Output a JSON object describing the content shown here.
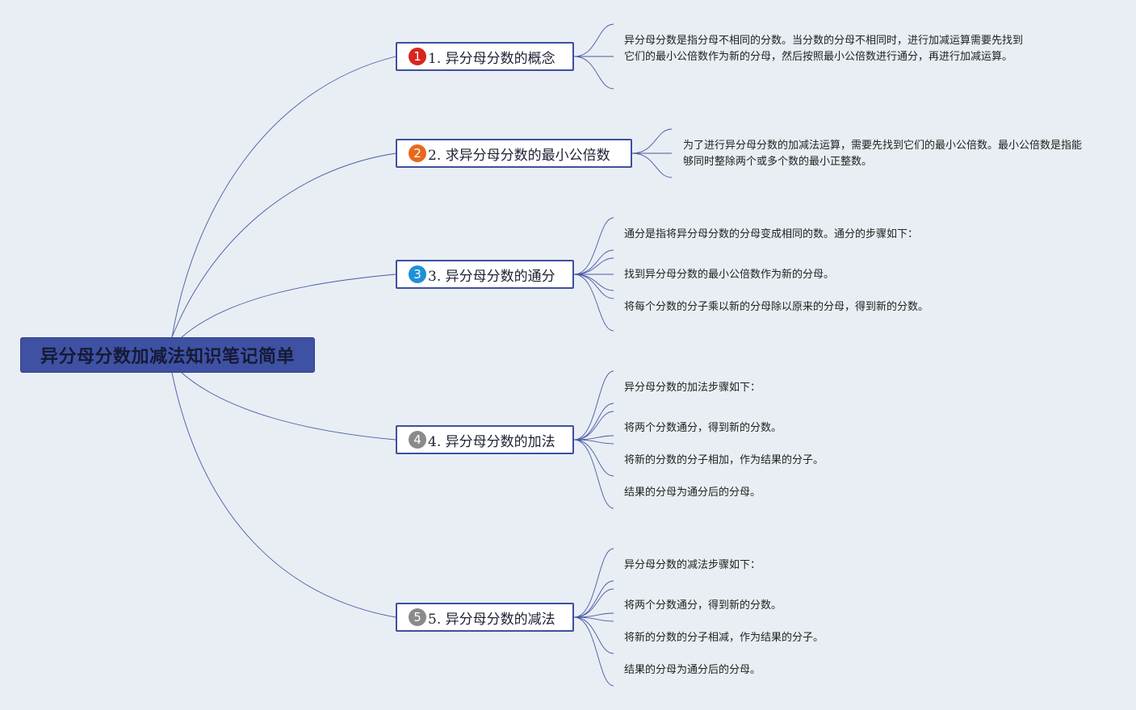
{
  "root": {
    "title": "异分母分数加减法知识笔记简单"
  },
  "colors": {
    "badge1": "#d7261e",
    "badge2": "#e8681d",
    "badge3": "#1e90d6",
    "badge4": "#8a8a8a",
    "badge5": "#8a8a8a",
    "line": "#4a5aa8"
  },
  "topics": [
    {
      "number": "1",
      "label": "1. 异分母分数的概念",
      "notes": [
        "异分母分数是指分母不相同的分数。当分数的分母不相同时，进行加减运算需要先找到它们的最小公倍数作为新的分母，然后按照最小公倍数进行通分，再进行加减运算。"
      ]
    },
    {
      "number": "2",
      "label": "2. 求异分母分数的最小公倍数",
      "notes": [
        "为了进行异分母分数的加减法运算，需要先找到它们的最小公倍数。最小公倍数是指能够同时整除两个或多个数的最小正整数。"
      ]
    },
    {
      "number": "3",
      "label": "3. 异分母分数的通分",
      "notes": [
        "通分是指将异分母分数的分母变成相同的数。通分的步骤如下：",
        "找到异分母分数的最小公倍数作为新的分母。",
        "将每个分数的分子乘以新的分母除以原来的分母，得到新的分数。"
      ]
    },
    {
      "number": "4",
      "label": "4. 异分母分数的加法",
      "notes": [
        "异分母分数的加法步骤如下：",
        "将两个分数通分，得到新的分数。",
        "将新的分数的分子相加，作为结果的分子。",
        "结果的分母为通分后的分母。"
      ]
    },
    {
      "number": "5",
      "label": "5. 异分母分数的减法",
      "notes": [
        "异分母分数的减法步骤如下：",
        "将两个分数通分，得到新的分数。",
        "将新的分数的分子相减，作为结果的分子。",
        "结果的分母为通分后的分母。"
      ]
    }
  ]
}
